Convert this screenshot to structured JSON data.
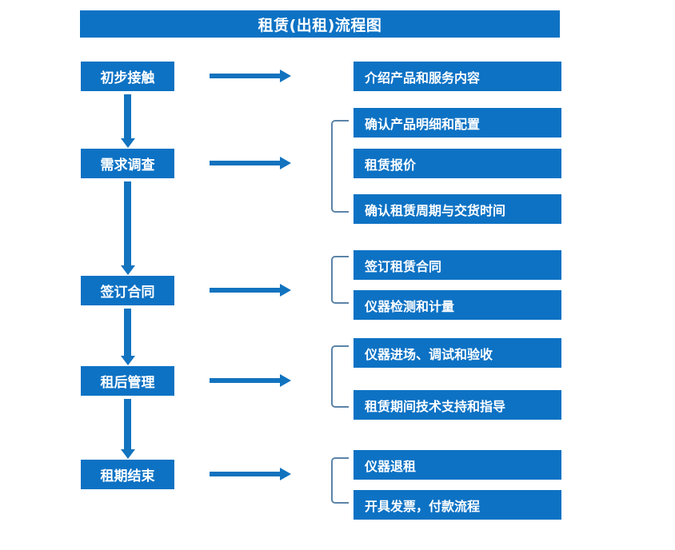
{
  "header": {
    "title": "租赁(出租)流程图"
  },
  "colors": {
    "box_blue": "#0d72c4",
    "arrow_blue": "#1273bf",
    "bracket_blue": "#5b83a8",
    "box_text": "#ffffff",
    "background": "#ffffff"
  },
  "flow": {
    "stages": [
      {
        "label": "初步接触"
      },
      {
        "label": "需求调查"
      },
      {
        "label": "签订合同"
      },
      {
        "label": "租后管理"
      },
      {
        "label": "租期结束"
      }
    ],
    "detail_groups": [
      {
        "stage": "初步接触",
        "bracketed": false,
        "items": [
          {
            "label": "介绍产品和服务内容"
          }
        ]
      },
      {
        "stage": "需求调查",
        "bracketed": true,
        "items": [
          {
            "label": "确认产品明细和配置"
          },
          {
            "label": "租赁报价"
          },
          {
            "label": "确认租赁周期与交货时间"
          }
        ]
      },
      {
        "stage": "签订合同",
        "bracketed": true,
        "items": [
          {
            "label": "签订租赁合同"
          },
          {
            "label": "仪器检测和计量"
          }
        ]
      },
      {
        "stage": "租后管理",
        "bracketed": true,
        "items": [
          {
            "label": "仪器进场、调试和验收"
          },
          {
            "label": "租赁期间技术支持和指导"
          }
        ]
      },
      {
        "stage": "租期结束",
        "bracketed": true,
        "items": [
          {
            "label": "仪器退租"
          },
          {
            "label": "开具发票，付款流程"
          }
        ]
      }
    ]
  }
}
